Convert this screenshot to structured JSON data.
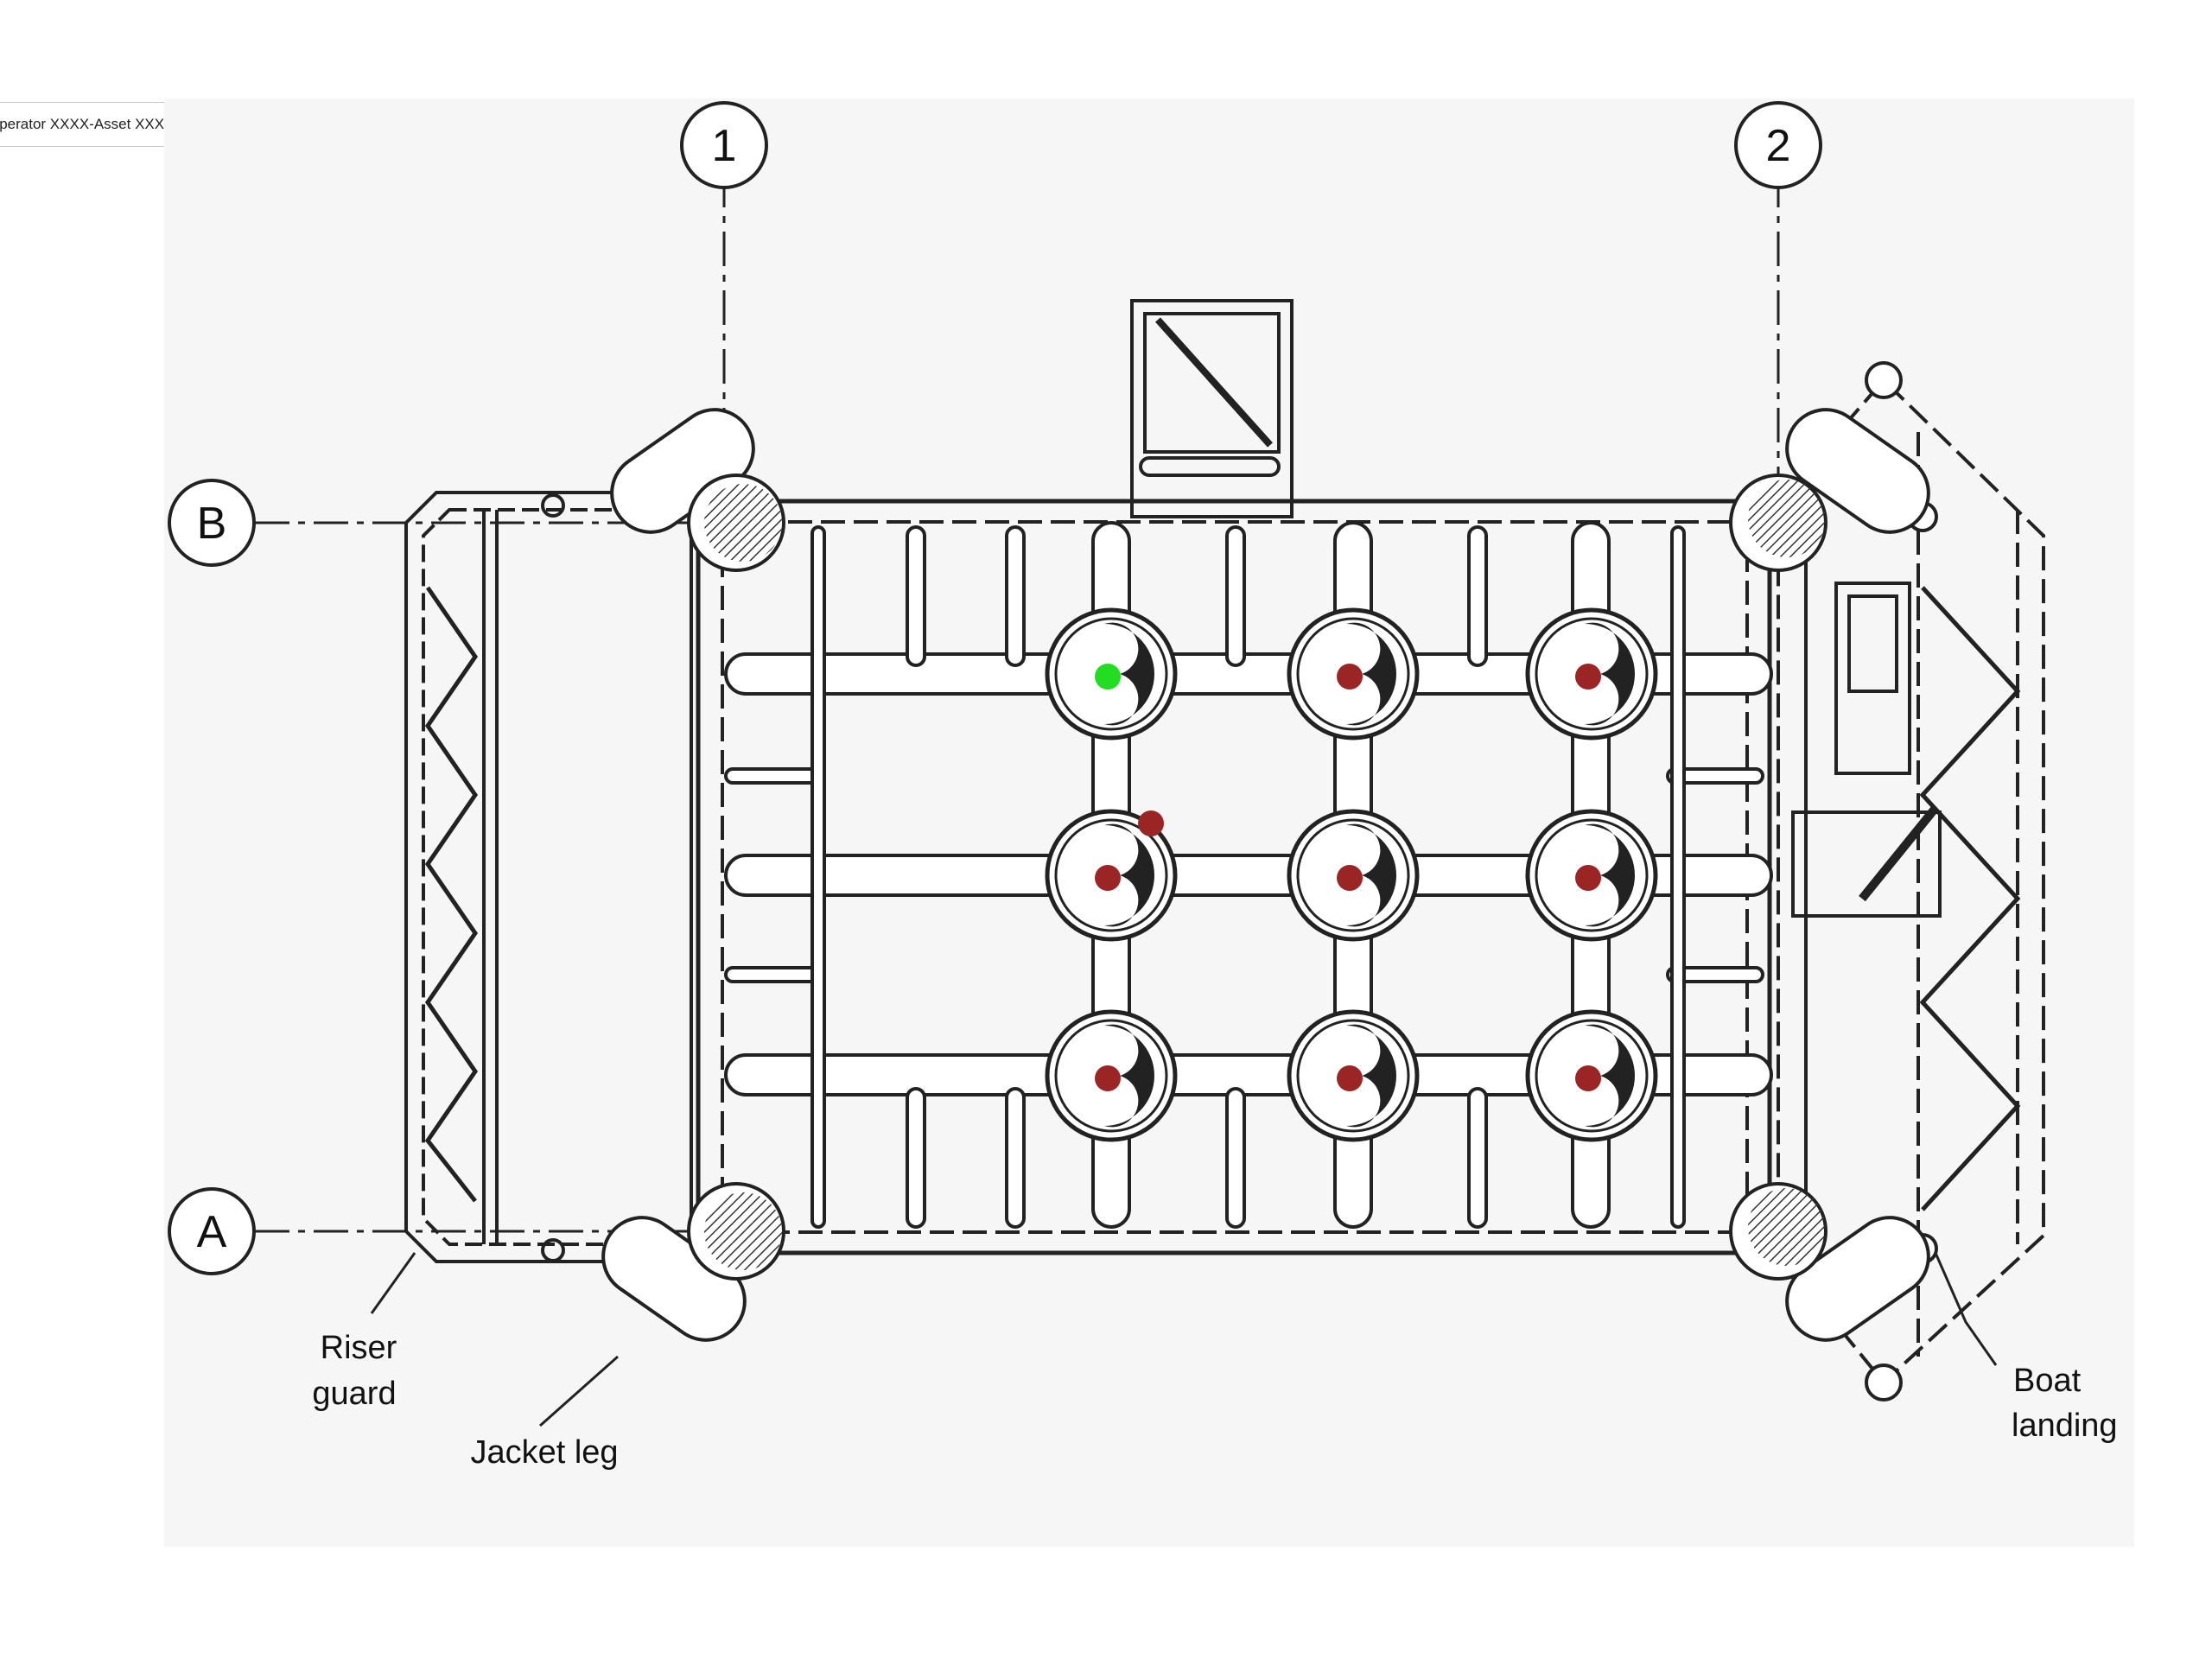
{
  "asset_selector": {
    "selected": "Operator XXXX-Asset XXXX",
    "chevron_icon": "chevron-down-icon"
  },
  "drawing": {
    "grid_labels": {
      "col_1": "1",
      "col_2": "2",
      "row_a": "A",
      "row_b": "B"
    },
    "callouts": {
      "riser_guard_line1": "Riser",
      "riser_guard_line2": "guard",
      "jacket_leg": "Jacket leg",
      "boat_landing_line1": "Boat",
      "boat_landing_line2": "landing"
    }
  },
  "markers": {
    "colors": {
      "selected": "#22dd22",
      "default": "#9b2525"
    },
    "wells": [
      {
        "row": 1,
        "col": 1,
        "status": "selected"
      },
      {
        "row": 1,
        "col": 2,
        "status": "default"
      },
      {
        "row": 1,
        "col": 3,
        "status": "default"
      },
      {
        "row": 2,
        "col": 1,
        "status": "default"
      },
      {
        "row": 2,
        "col": 2,
        "status": "default"
      },
      {
        "row": 2,
        "col": 3,
        "status": "default"
      },
      {
        "row": 3,
        "col": 1,
        "status": "default"
      },
      {
        "row": 3,
        "col": 2,
        "status": "default"
      },
      {
        "row": 3,
        "col": 3,
        "status": "default"
      }
    ],
    "extra": [
      {
        "between": "row1-row2 col1",
        "status": "default"
      }
    ]
  }
}
